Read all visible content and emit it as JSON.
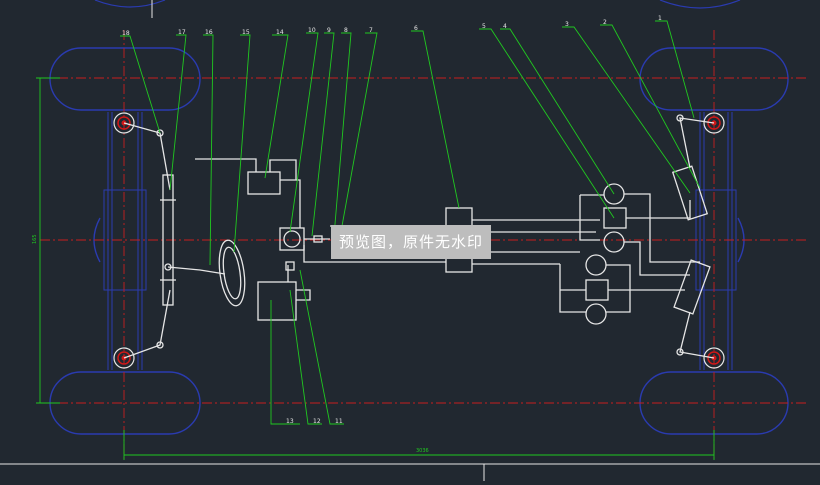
{
  "diagram": {
    "labels": [
      {
        "id": "1",
        "text": "1"
      },
      {
        "id": "2",
        "text": "2"
      },
      {
        "id": "3",
        "text": "3"
      },
      {
        "id": "4",
        "text": "4"
      },
      {
        "id": "5",
        "text": "5"
      },
      {
        "id": "6",
        "text": "6"
      },
      {
        "id": "7",
        "text": "7"
      },
      {
        "id": "8",
        "text": "8"
      },
      {
        "id": "9",
        "text": "9"
      },
      {
        "id": "10",
        "text": "10"
      },
      {
        "id": "11",
        "text": "11"
      },
      {
        "id": "12",
        "text": "12"
      },
      {
        "id": "13",
        "text": "13"
      },
      {
        "id": "14",
        "text": "14"
      },
      {
        "id": "15",
        "text": "15"
      },
      {
        "id": "16",
        "text": "16"
      },
      {
        "id": "17",
        "text": "17"
      },
      {
        "id": "18",
        "text": "18"
      }
    ],
    "dimension_vertical": "165",
    "dimension_horizontal": "3036",
    "watermark": "预览图，原件无水印"
  },
  "colors": {
    "background": "#212830",
    "wheel": "#2a3bb0",
    "centerline": "#c81e1e",
    "leader": "#20c820",
    "linework": "#e6e6e6",
    "hub": "#d01818"
  }
}
